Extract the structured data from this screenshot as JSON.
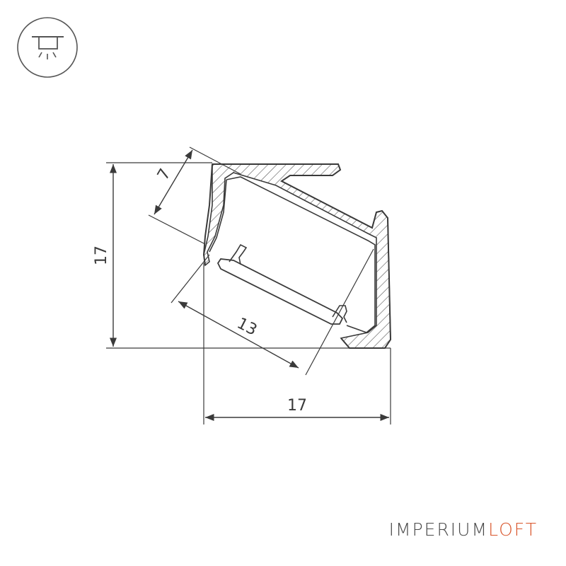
{
  "drawing": {
    "dimensions": {
      "height": "17",
      "width": "17",
      "diffuser_depth": "7",
      "inner_width": "13"
    },
    "icon": "ceiling-light-mount-icon"
  },
  "brand": {
    "part1": "IMPERIUM",
    "part2": "LOFT",
    "color_main": "#4a4a4a",
    "color_accent": "#d9552b"
  },
  "colors": {
    "line": "#3a3a3a",
    "hatch": "#4a4a4a",
    "body_fill": "#ffffff"
  }
}
